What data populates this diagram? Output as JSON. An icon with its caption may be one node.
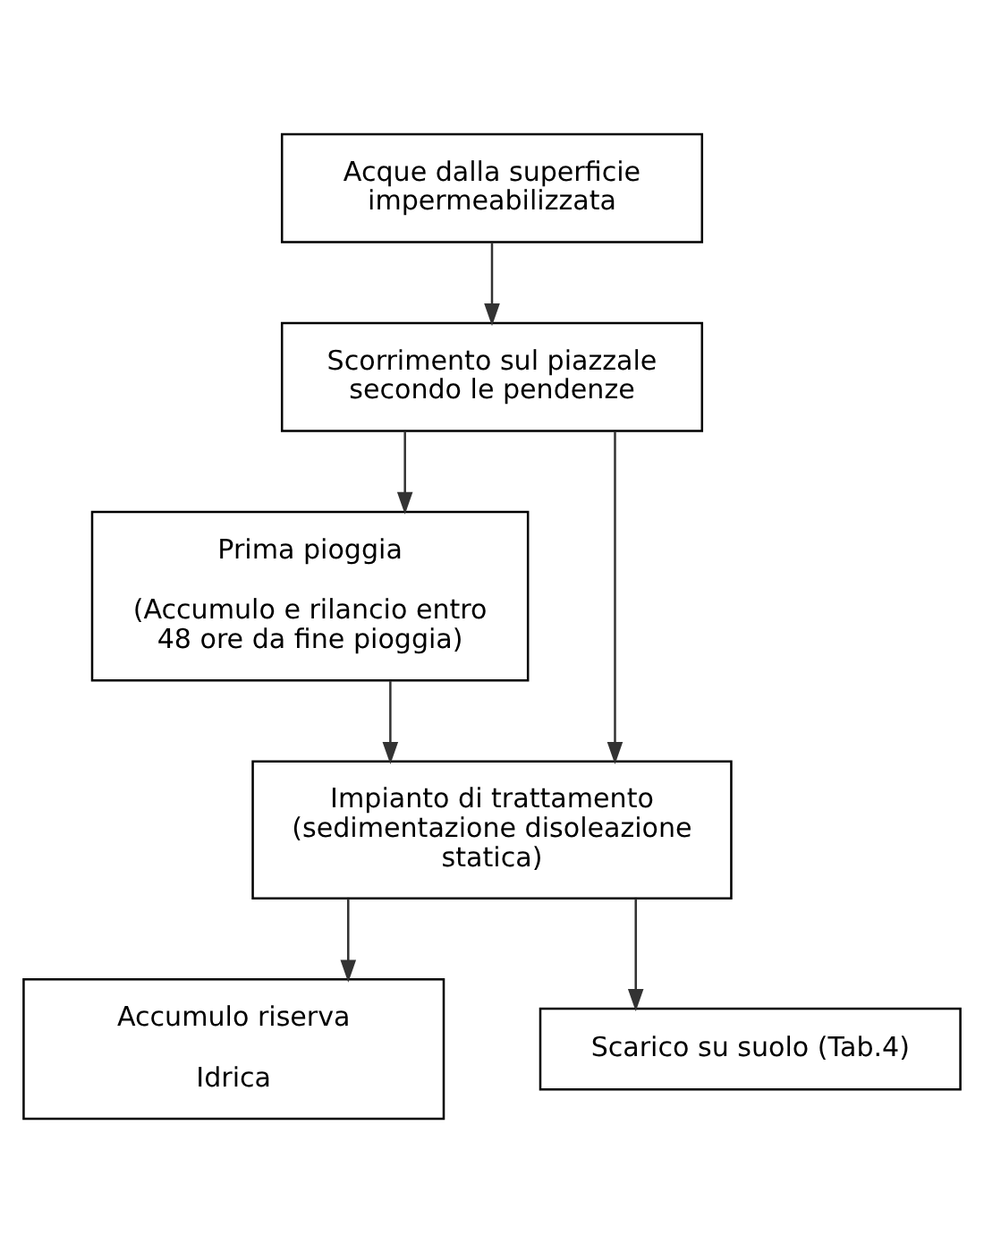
{
  "diagram": {
    "nodes": [
      {
        "text": [
          "Acque dalla superficie impermeabilizzata"
        ]
      },
      {
        "text": [
          "Scorrimento sul piazzale secondo le pendenze"
        ]
      },
      {
        "text": [
          "Prima pioggia",
          "(Accumulo e rilancio entro 48 ore da fine pioggia)"
        ]
      },
      {
        "text": [
          "Impianto di trattamento (sedimentazione disoleazione statica)"
        ]
      },
      {
        "text": [
          "Accumulo riserva",
          "Idrica"
        ]
      },
      {
        "text": [
          "Scarico su suolo (Tab.4)"
        ]
      }
    ],
    "edges": [
      {
        "from": 0,
        "to": 1,
        "arrow": "to"
      },
      {
        "from": 1,
        "to": 2,
        "arrow": "to"
      },
      {
        "from": 1,
        "to": 3,
        "arrow": "to"
      },
      {
        "from": 2,
        "to": 3,
        "arrow": "to"
      },
      {
        "from": 3,
        "to": 4,
        "arrow": "to"
      },
      {
        "from": 3,
        "to": 5,
        "arrow": "to"
      }
    ]
  }
}
